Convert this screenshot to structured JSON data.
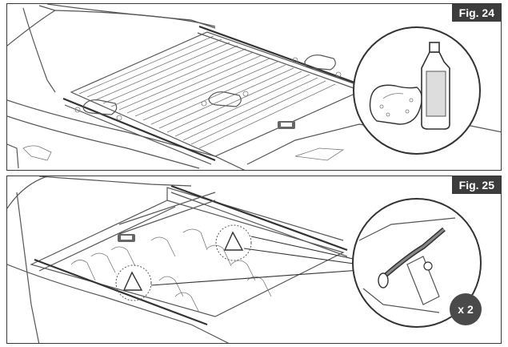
{
  "figures": [
    {
      "label": "Fig. 24"
    },
    {
      "label": "Fig. 25",
      "quantity": "x 2"
    }
  ]
}
